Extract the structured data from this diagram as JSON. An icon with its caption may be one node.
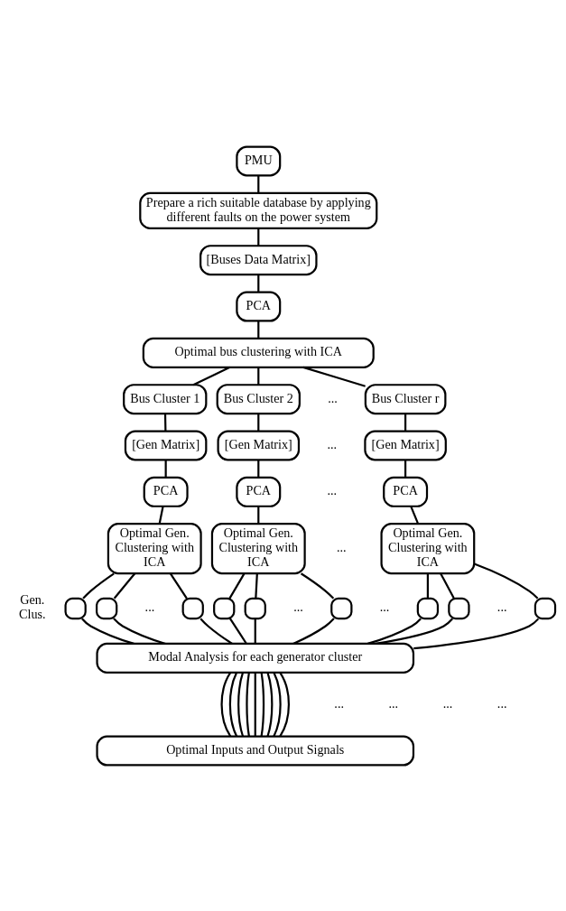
{
  "diagram": {
    "nodes": [
      {
        "text": [
          "PMU"
        ]
      },
      {
        "text": [
          "Prepare a rich suitable database by applying different faults on the power system"
        ]
      },
      {
        "text": [
          "[Buses Data Matrix]"
        ]
      },
      {
        "text": [
          "PCA"
        ]
      },
      {
        "text": [
          "Optimal bus clustering with ICA"
        ]
      },
      {
        "text": [
          "Bus Cluster 1"
        ]
      },
      {
        "text": [
          "Bus Cluster 2"
        ]
      },
      {
        "text": [
          "Bus Cluster r"
        ]
      },
      {
        "text": [
          "[Gen Matrix]"
        ]
      },
      {
        "text": [
          "[Gen Matrix]"
        ]
      },
      {
        "text": [
          "[Gen Matrix]"
        ]
      },
      {
        "text": [
          "PCA"
        ]
      },
      {
        "text": [
          "PCA"
        ]
      },
      {
        "text": [
          "PCA"
        ]
      },
      {
        "text": [
          "Optimal Gen. Clustering with ICA"
        ]
      },
      {
        "text": [
          "Optimal Gen. Clustering with ICA"
        ]
      },
      {
        "text": [
          "Optimal Gen. Clustering with ICA"
        ]
      },
      {
        "text": [],
        "shape": "box"
      },
      {
        "text": [],
        "shape": "box"
      },
      {
        "text": [],
        "shape": "box"
      },
      {
        "text": [],
        "shape": "box"
      },
      {
        "text": [],
        "shape": "box"
      },
      {
        "text": [],
        "shape": "box"
      },
      {
        "text": [],
        "shape": "box"
      },
      {
        "text": [],
        "shape": "box"
      },
      {
        "text": [],
        "shape": "box"
      },
      {
        "text": [
          "Modal Analysis for each generator cluster"
        ]
      },
      {
        "text": [
          "Optimal Inputs and Output Signals"
        ]
      }
    ],
    "edges": [
      {
        "from": 0,
        "to": 1,
        "arrow": "none"
      },
      {
        "from": 1,
        "to": 2,
        "arrow": "none"
      },
      {
        "from": 2,
        "to": 3,
        "arrow": "none"
      },
      {
        "from": 3,
        "to": 4,
        "arrow": "none"
      },
      {
        "from": 4,
        "to": 5,
        "arrow": "none"
      },
      {
        "from": 4,
        "to": 6,
        "arrow": "none"
      },
      {
        "from": 4,
        "to": 7,
        "arrow": "none"
      },
      {
        "from": 5,
        "to": 8,
        "arrow": "none"
      },
      {
        "from": 6,
        "to": 9,
        "arrow": "none"
      },
      {
        "from": 7,
        "to": 10,
        "arrow": "none"
      },
      {
        "from": 8,
        "to": 11,
        "arrow": "none"
      },
      {
        "from": 9,
        "to": 12,
        "arrow": "none"
      },
      {
        "from": 10,
        "to": 13,
        "arrow": "none"
      },
      {
        "from": 11,
        "to": 14,
        "arrow": "none"
      },
      {
        "from": 12,
        "to": 15,
        "arrow": "none"
      },
      {
        "from": 13,
        "to": 16,
        "arrow": "none"
      },
      {
        "from": 14,
        "to": 17,
        "arrow": "none"
      },
      {
        "from": 14,
        "to": 18,
        "arrow": "none"
      },
      {
        "from": 14,
        "to": 19,
        "arrow": "none"
      },
      {
        "from": 15,
        "to": 20,
        "arrow": "none"
      },
      {
        "from": 15,
        "to": 21,
        "arrow": "none"
      },
      {
        "from": 15,
        "to": 22,
        "arrow": "none"
      },
      {
        "from": 16,
        "to": 23,
        "arrow": "none"
      },
      {
        "from": 16,
        "to": 24,
        "arrow": "none"
      },
      {
        "from": 16,
        "to": 25,
        "arrow": "none"
      },
      {
        "from": 17,
        "to": 26,
        "arrow": "none"
      },
      {
        "from": 18,
        "to": 26,
        "arrow": "none"
      },
      {
        "from": 19,
        "to": 26,
        "arrow": "none"
      },
      {
        "from": 20,
        "to": 26,
        "arrow": "none"
      },
      {
        "from": 21,
        "to": 26,
        "arrow": "none"
      },
      {
        "from": 22,
        "to": 26,
        "arrow": "none"
      },
      {
        "from": 23,
        "to": 26,
        "arrow": "none"
      },
      {
        "from": 24,
        "to": 26,
        "arrow": "none"
      },
      {
        "from": 25,
        "to": 26,
        "arrow": "none"
      },
      {
        "from": 26,
        "to": 27,
        "arrow": "none"
      },
      {
        "from": 26,
        "to": 27,
        "arrow": "none"
      },
      {
        "from": 26,
        "to": 27,
        "arrow": "none"
      },
      {
        "from": 26,
        "to": 27,
        "arrow": "none"
      },
      {
        "from": 26,
        "to": 27,
        "arrow": "none"
      },
      {
        "from": 26,
        "to": 27,
        "arrow": "none"
      },
      {
        "from": 26,
        "to": 27,
        "arrow": "none"
      },
      {
        "from": 26,
        "to": 27,
        "arrow": "none"
      },
      {
        "from": 26,
        "to": 27,
        "arrow": "none"
      }
    ],
    "labels": [
      "...",
      "...",
      "...",
      "...",
      "Gen. Clus.",
      "...",
      "...",
      "...",
      "...",
      "...",
      "...",
      "...",
      "..."
    ]
  }
}
